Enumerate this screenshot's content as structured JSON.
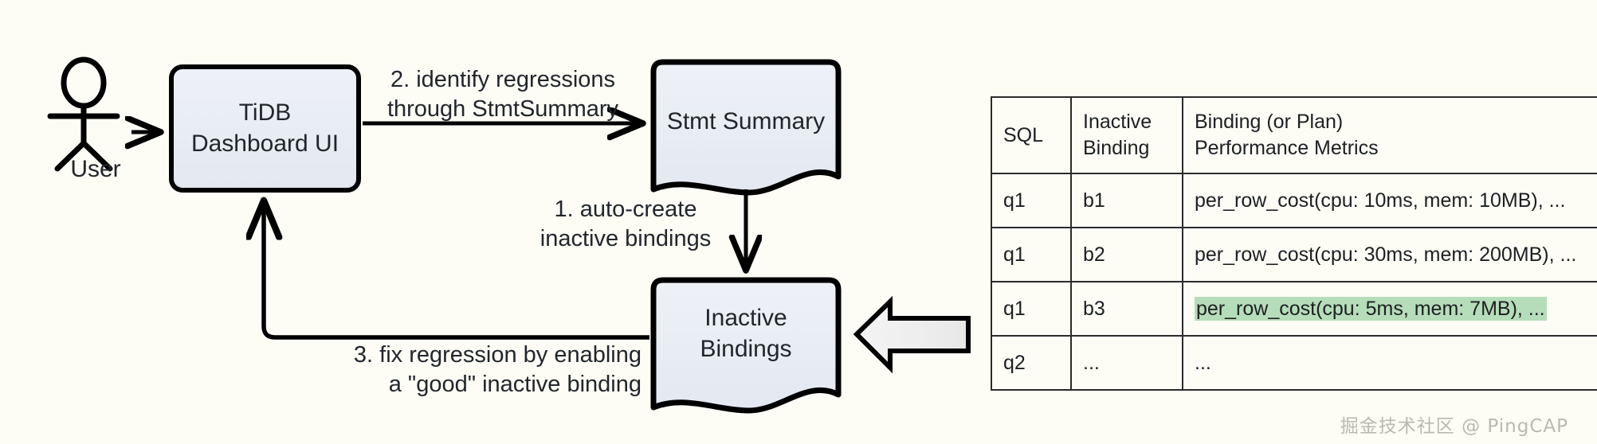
{
  "diagram": {
    "title": "TiDB inactive bindings workflow",
    "background_color": "#fdfdf6",
    "node_fill_color": "#e9edf5",
    "stroke_color": "#000000",
    "highlight_color": "#b6ddb9",
    "actor": {
      "name": "user-actor",
      "caption": "User"
    },
    "nodes": [
      {
        "id": "dashboard",
        "label": "TiDB\nDashboard UI",
        "shape": "rounded-rect"
      },
      {
        "id": "stmt-summary",
        "label": "Stmt Summary",
        "shape": "document"
      },
      {
        "id": "inactive-bindings",
        "label": "Inactive\nBindings",
        "shape": "document"
      }
    ],
    "edges": [
      {
        "id": "user-to-dashboard",
        "label": "",
        "from": "user",
        "to": "dashboard"
      },
      {
        "id": "dashboard-to-stmt-summary",
        "label": "2. identify regressions\nthrough StmtSummary",
        "from": "dashboard",
        "to": "stmt-summary"
      },
      {
        "id": "stmt-summary-to-inactive-bindings",
        "label": "1. auto-create\ninactive bindings",
        "from": "stmt-summary",
        "to": "inactive-bindings"
      },
      {
        "id": "inactive-bindings-to-dashboard",
        "label": "3. fix regression by enabling\na \"good\" inactive binding",
        "from": "inactive-bindings",
        "to": "dashboard"
      },
      {
        "id": "table-to-inactive-bindings",
        "label": "",
        "from": "metrics-table",
        "to": "inactive-bindings"
      }
    ]
  },
  "table": {
    "name": "binding-performance-metrics-table",
    "headers": [
      "SQL",
      "Inactive\nBinding",
      "Binding (or Plan)\nPerformance Metrics"
    ],
    "rows": [
      {
        "sql": "q1",
        "binding": "b1",
        "metrics": "per_row_cost(cpu: 10ms, mem: 10MB), ...",
        "highlighted": false
      },
      {
        "sql": "q1",
        "binding": "b2",
        "metrics": "per_row_cost(cpu: 30ms, mem: 200MB), ...",
        "highlighted": false
      },
      {
        "sql": "q1",
        "binding": "b3",
        "metrics": "per_row_cost(cpu: 5ms, mem: 7MB), ...",
        "highlighted": true
      },
      {
        "sql": "q2",
        "binding": "...",
        "metrics": "...",
        "highlighted": false
      }
    ]
  },
  "watermark": {
    "text": "掘金技术社区 @ PingCAP"
  }
}
